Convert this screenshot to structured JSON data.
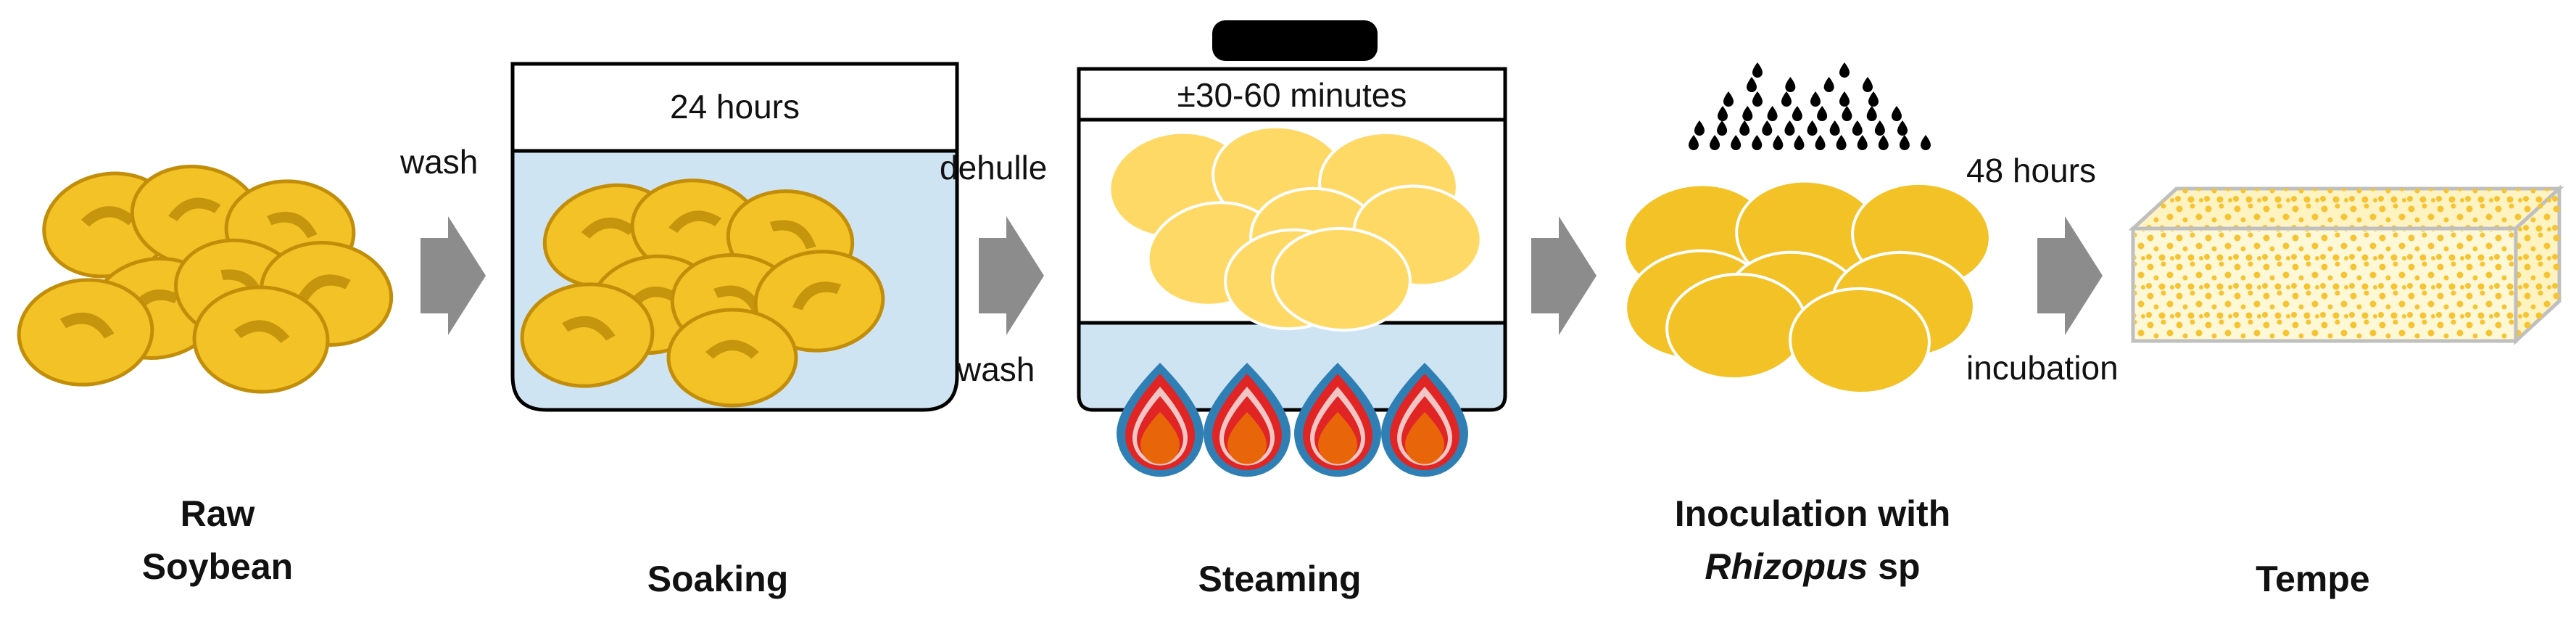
{
  "colors": {
    "bean_fill": "#F2C226",
    "bean_stroke": "#C28E0A",
    "bean_hilum": "#C6950E",
    "steamed_fill": "#FFD966",
    "water": "#CFE4F3",
    "arrow": "#8C8C8C",
    "flame_outer": "#2F7FB5",
    "flame_red": "#E12424",
    "flame_orange": "#E8650A",
    "tempe_face": "#FFF8D6",
    "tempe_dot": "#F6C433",
    "rhizopus": "#000000"
  },
  "stages": {
    "raw": {
      "line1": "Raw",
      "line2": "Soybean"
    },
    "soaking": {
      "label": "Soaking",
      "duration": "24 hours"
    },
    "steaming": {
      "label": "Steaming",
      "duration": "±30-60 minutes"
    },
    "inoculation": {
      "line1": "Inoculation with",
      "organism": "Rhizopus",
      "suffix": " sp"
    },
    "tempe": {
      "label": "Tempe"
    }
  },
  "steps": {
    "wash1": "wash",
    "dehull": "dehulle",
    "wash2": "wash",
    "time": "48 hours",
    "incubation": "incubation"
  }
}
